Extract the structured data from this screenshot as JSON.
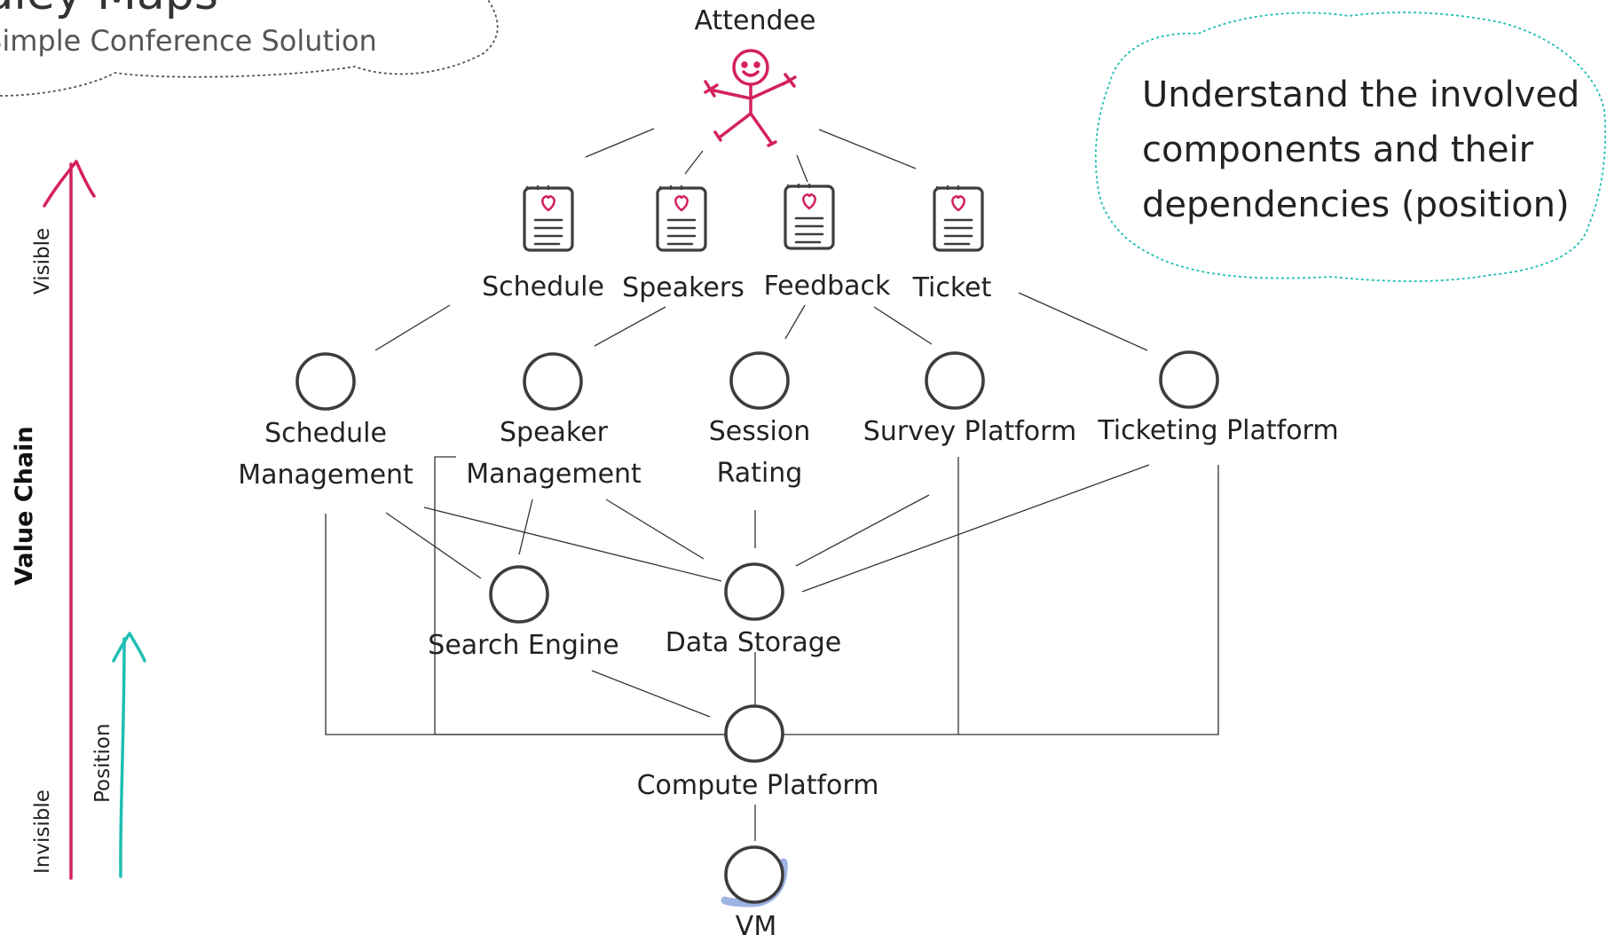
{
  "title": {
    "main": "Wardley Maps",
    "subtitle": "Simple Conference Solution"
  },
  "note": {
    "lines": [
      "Understand the involved",
      "components and their",
      "dependencies (position)"
    ]
  },
  "axis": {
    "main_label": "Value Chain",
    "top_label": "Visible",
    "bottom_label": "Invisible",
    "secondary_label": "Position"
  },
  "user": {
    "label": "Attendee"
  },
  "needs": [
    {
      "id": "schedule",
      "label": "Schedule"
    },
    {
      "id": "speakers",
      "label": "Speakers"
    },
    {
      "id": "feedback",
      "label": "Feedback"
    },
    {
      "id": "ticket",
      "label": "Ticket"
    }
  ],
  "components": [
    {
      "id": "schedule-management",
      "lines": [
        "Schedule",
        "Management"
      ]
    },
    {
      "id": "speaker-management",
      "lines": [
        "Speaker",
        "Management"
      ]
    },
    {
      "id": "session-rating",
      "lines": [
        "Session",
        "Rating"
      ]
    },
    {
      "id": "survey-platform",
      "lines": [
        "Survey Platform"
      ]
    },
    {
      "id": "ticketing-platform",
      "lines": [
        "Ticketing Platform"
      ]
    },
    {
      "id": "search-engine",
      "lines": [
        "Search Engine"
      ]
    },
    {
      "id": "data-storage",
      "lines": [
        "Data Storage"
      ]
    },
    {
      "id": "compute-platform",
      "lines": [
        "Compute Platform"
      ]
    },
    {
      "id": "vm",
      "lines": [
        "VM"
      ]
    }
  ],
  "colors": {
    "accent_pink": "#d4215e",
    "accent_teal": "#1fbfb1",
    "vm_highlight": "#9db4e3"
  }
}
